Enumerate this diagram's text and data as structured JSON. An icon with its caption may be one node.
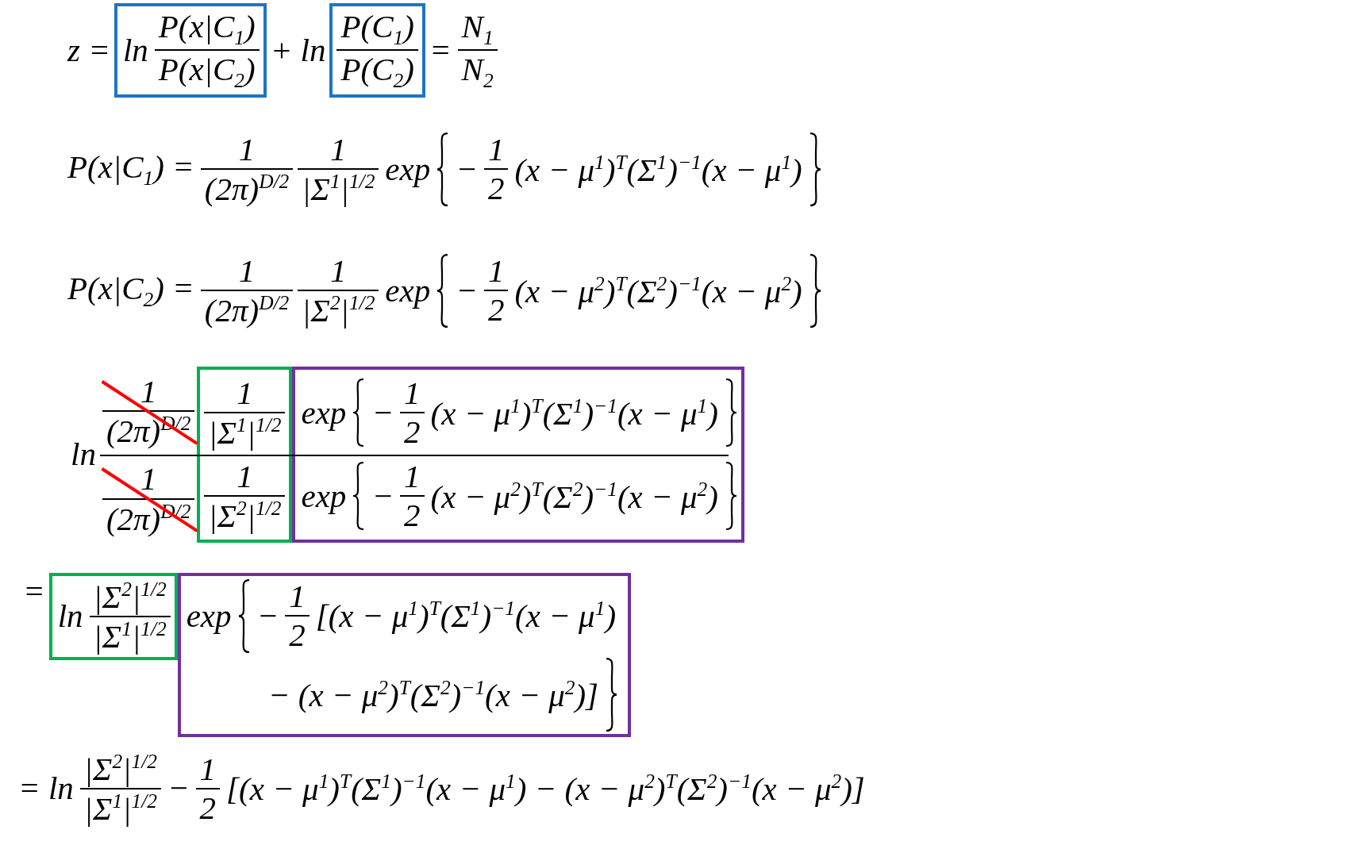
{
  "diagram": {
    "nodes": [
      {
        "text": [
          "ln",
          "P(x|C$_{1}$)",
          "P(x|C$_{2}$)"
        ]
      },
      {
        "text": [
          "P(C$_{1}$)",
          "P(C$_{2}$)"
        ]
      },
      {
        "text": [
          "1",
          "|Σ$^{1}$|$^{1/2}$",
          "1",
          "|Σ$^{2}$|$^{1/2}$"
        ]
      },
      {
        "text": [
          "exp",
          "−",
          "1",
          "2",
          "(x − μ$^{1}$)$^{T}$(Σ$^{1}$)$^{−1}$(x − μ$^{1}$)",
          "exp",
          "−",
          "1",
          "2",
          "(x − μ$^{2}$)$^{T}$(Σ$^{2}$)$^{−1}$(x − μ$^{2}$)"
        ]
      },
      {
        "text": [
          "ln",
          "|Σ$^{2}$|$^{1/2}$",
          "|Σ$^{1}$|$^{1/2}$"
        ]
      },
      {
        "text": [
          "exp",
          "−",
          "1",
          "2",
          "[(x − μ$^{1}$)$^{T}$(Σ$^{1}$)$^{−1}$(x − μ$^{1}$)",
          "− (x − μ$^{2}$)$^{T}$(Σ$^{2}$)$^{−1}$(x − μ$^{2}$)]"
        ]
      }
    ],
    "edges": [],
    "labels": [
      "z =",
      "+ ln",
      "=",
      "N$_{1}$",
      "N$_{2}$",
      "P(x|C$_{1}$) =",
      "1",
      "(2π)$^{D/2}$",
      "1",
      "|Σ$^{1}$|$^{1/2}$",
      "exp",
      "−",
      "1",
      "2",
      "(x − μ$^{1}$)$^{T}$(Σ$^{1}$)$^{−1}$(x − μ$^{1}$)",
      "P(x|C$_{2}$) =",
      "1",
      "(2π)$^{D/2}$",
      "1",
      "|Σ$^{2}$|$^{1/2}$",
      "exp",
      "−",
      "1",
      "2",
      "(x − μ$^{2}$)$^{T}$(Σ$^{2}$)$^{−1}$(x − μ$^{2}$)",
      "ln",
      "1",
      "(2π)$^{D/2}$",
      "1",
      "(2π)$^{D/2}$",
      "=",
      "= ln",
      "|Σ$^{2}$|$^{1/2}$",
      "|Σ$^{1}$|$^{1/2}$",
      "−",
      "1",
      "2",
      "[(x − μ$^{1}$)$^{T}$(Σ$^{1}$)$^{−1}$(x − μ$^{1}$) − (x − μ$^{2}$)$^{T}$(Σ$^{2}$)$^{−1}$(x − μ$^{2}$)]"
    ]
  }
}
